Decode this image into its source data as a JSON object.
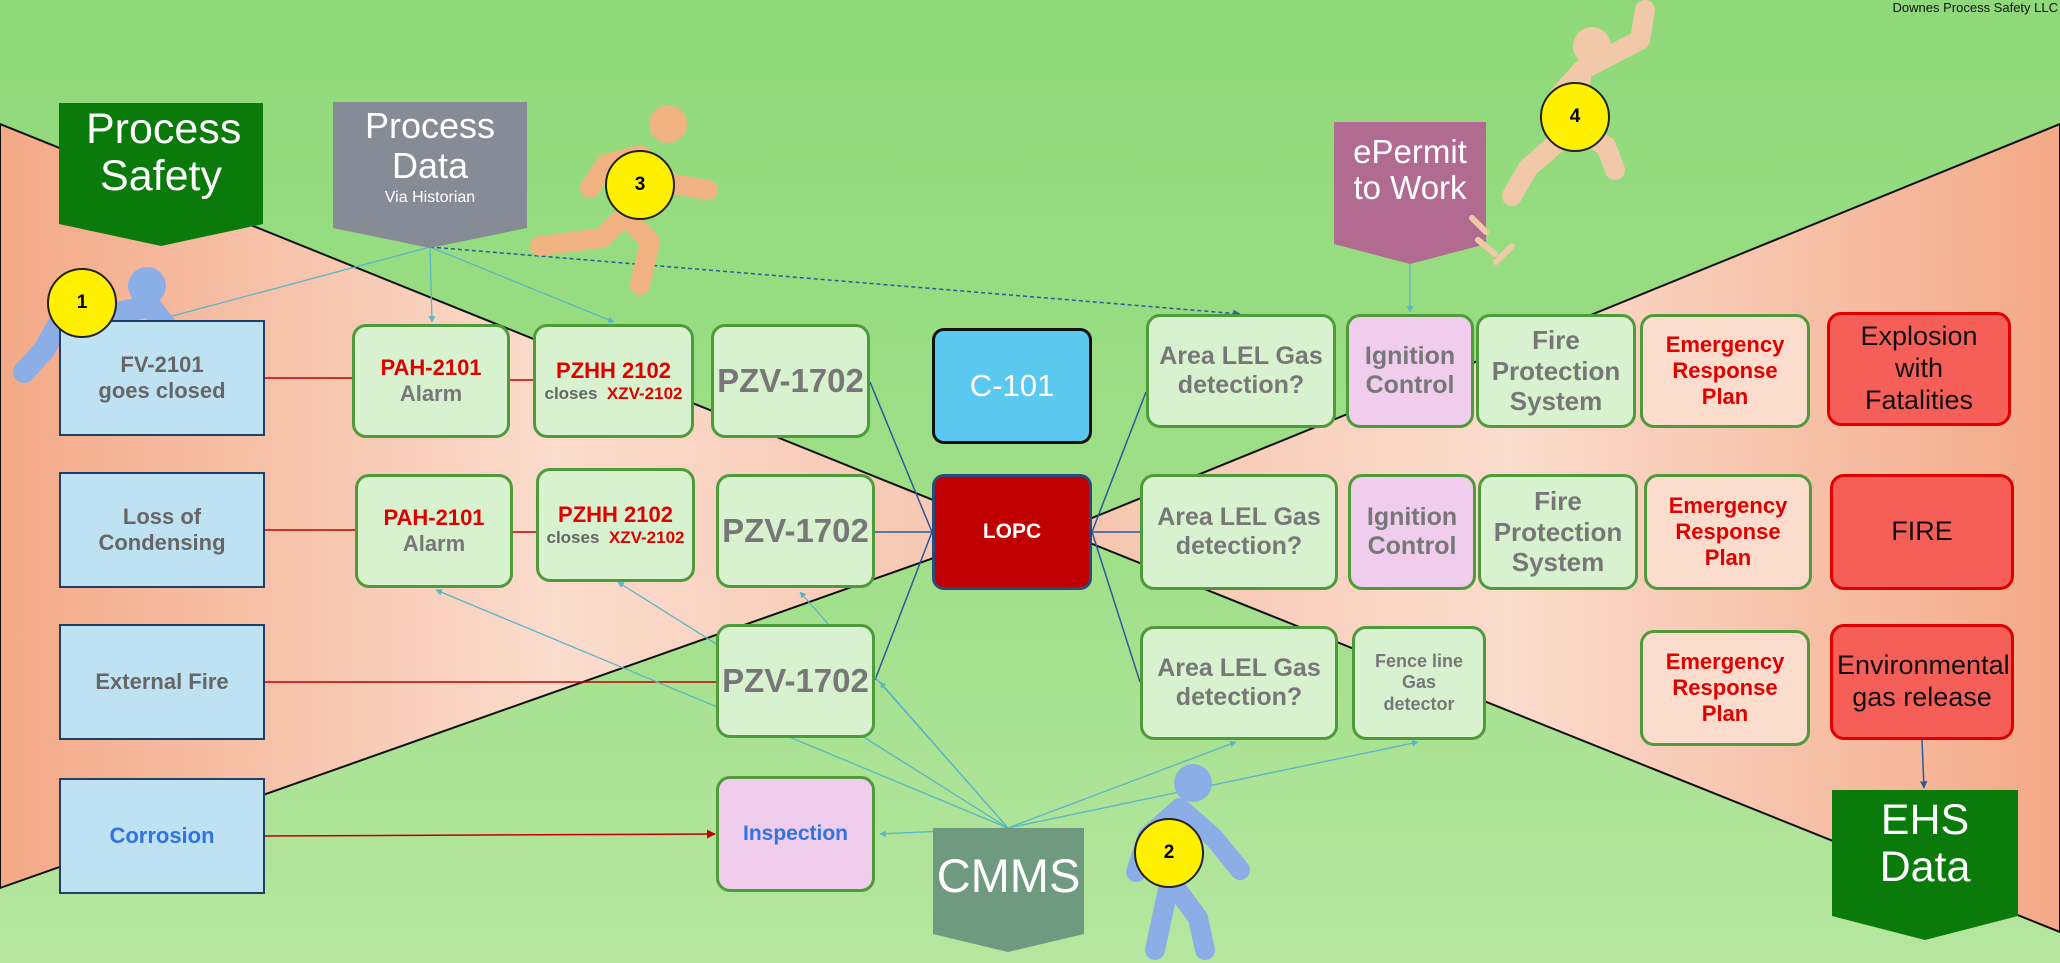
{
  "credit": "Downes Process Safety LLC",
  "flags": {
    "process_safety": "Process Safety",
    "process_data": "Process Data",
    "process_data_sub": "Via Historian",
    "epermit": "ePermit to Work",
    "cmms": "CMMS",
    "ehs": "EHS Data"
  },
  "causes": {
    "c1": "FV-2101 goes closed",
    "c2": "Loss of Condensing",
    "c3": "External Fire",
    "c4": "Corrosion"
  },
  "prevention": {
    "pah_tag": "PAH-2101",
    "pah_label": "Alarm",
    "pzhh_tag": "PZHH 2102",
    "pzhh_closes": "closes",
    "pzhh_valve": "XZV-2102",
    "pzv": "PZV-1702",
    "inspection": "Inspection"
  },
  "center": {
    "vessel": "C-101",
    "event": "LOPC"
  },
  "mitigation": {
    "lel": "Area LEL Gas detection?",
    "ignition": "Ignition Control",
    "fire_protection": "Fire Protection System",
    "fence_line": "Fence line Gas detector",
    "erp": "Emergency Response Plan"
  },
  "consequences": {
    "k1": "Explosion with Fatalities",
    "k2": "FIRE",
    "k3": "Environmental gas release"
  },
  "markers": {
    "m1": "1",
    "m2": "2",
    "m3": "3",
    "m4": "4"
  },
  "colors": {
    "background": "#9fdf88",
    "bowtie_fill": "#f5b59a",
    "process_safety_flag": "#0a7a0a",
    "process_data_flag": "#868c96",
    "epermit_flag": "#b26b90",
    "cmms_flag": "#6f9a7f",
    "ehs_flag": "#0a7a0a",
    "lopc": "#c00000",
    "vessel": "#5bc8f0",
    "marker": "#ffef00"
  }
}
